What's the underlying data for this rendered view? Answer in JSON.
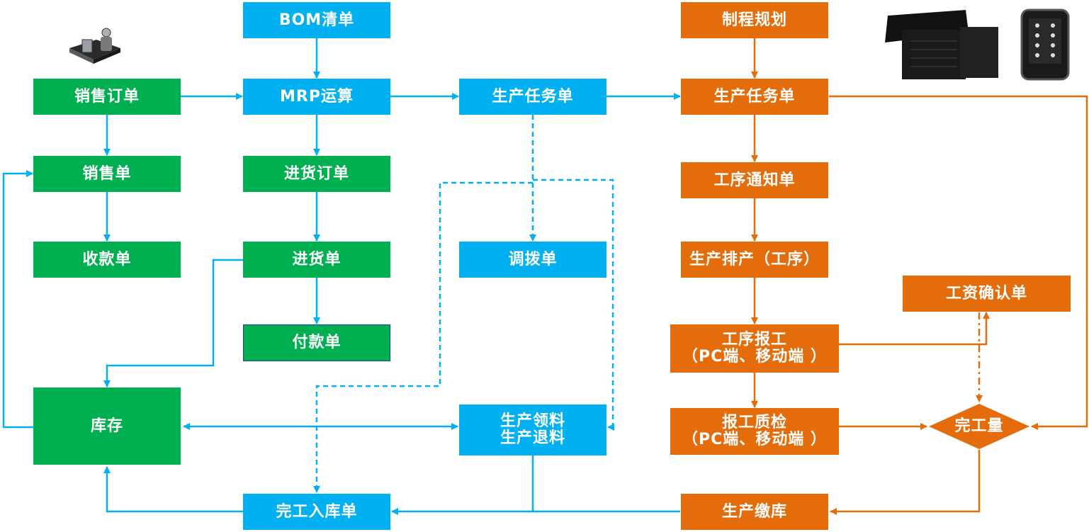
{
  "colors": {
    "green": "#00B050",
    "blue": "#00B0F0",
    "orange": "#E46C0A"
  },
  "icons": {
    "order_icon_label": "订单"
  },
  "nodes": {
    "bom": "BOM清单",
    "mrp": "MRP运算",
    "sales_order": "销售订单",
    "sales": "销售单",
    "receipt": "收款单",
    "purchase_order": "进货订单",
    "purchase": "进货单",
    "payment": "付款单",
    "inventory": "库存",
    "prod_task_blue": "生产任务单",
    "transfer": "调拨单",
    "material": "生产领料\n生产退料",
    "finish_in": "完工入库单",
    "process_plan": "制程规划",
    "prod_task_orange": "生产任务单",
    "process_notice": "工序通知单",
    "schedule": "生产排产（工序）",
    "report": "工序报工\n（PC端、移动端 ）",
    "qc": "报工质检\n（PC端、移动端 ）",
    "prod_store": "生产缴库",
    "wage_confirm": "工资确认单",
    "completed_qty": "完工量"
  }
}
